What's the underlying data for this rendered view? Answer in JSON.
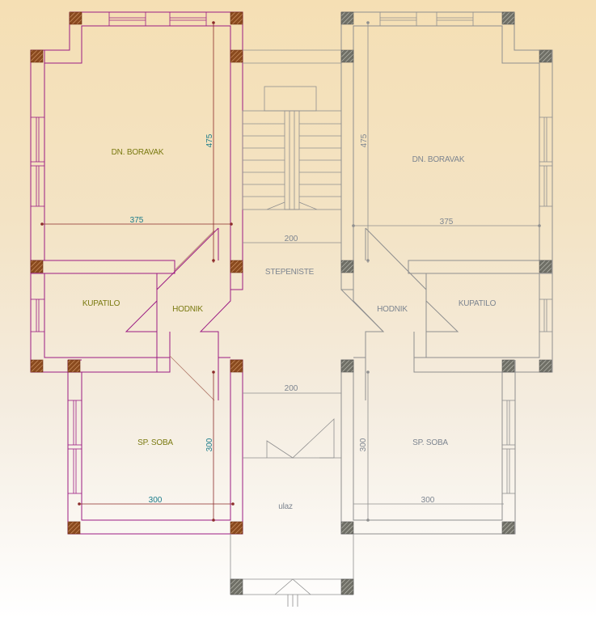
{
  "colors": {
    "left_wall": "#9c1c83",
    "right_wall": "#8f8f8f",
    "left_label": "#7a7a10",
    "left_dimension": "#1a7b8a",
    "right_label": "#7d8590",
    "column_left": "#8a4a1e",
    "column_right": "#6f6f66",
    "dimension_line": "#8b2a2a",
    "center_line": "#7a6a6a"
  },
  "rooms": {
    "left_living": "DN. BORAVAK",
    "left_bathroom": "KUPATILO",
    "left_hall": "HODNIK",
    "left_bedroom": "SP. SOBA",
    "right_living": "DN. BORAVAK",
    "right_bathroom": "KUPATILO",
    "right_hall": "HODNIK",
    "right_bedroom": "SP. SOBA",
    "stairwell": "STEPENISTE",
    "entrance": "ulaz"
  },
  "dimensions": {
    "left_living_width": "375",
    "left_living_height": "475",
    "left_bedroom_width": "300",
    "left_bedroom_height": "300",
    "right_living_width": "375",
    "right_living_height": "475",
    "right_bedroom_width": "300",
    "right_bedroom_height": "300",
    "stair_width_top": "200",
    "stair_width_bottom": "200"
  }
}
